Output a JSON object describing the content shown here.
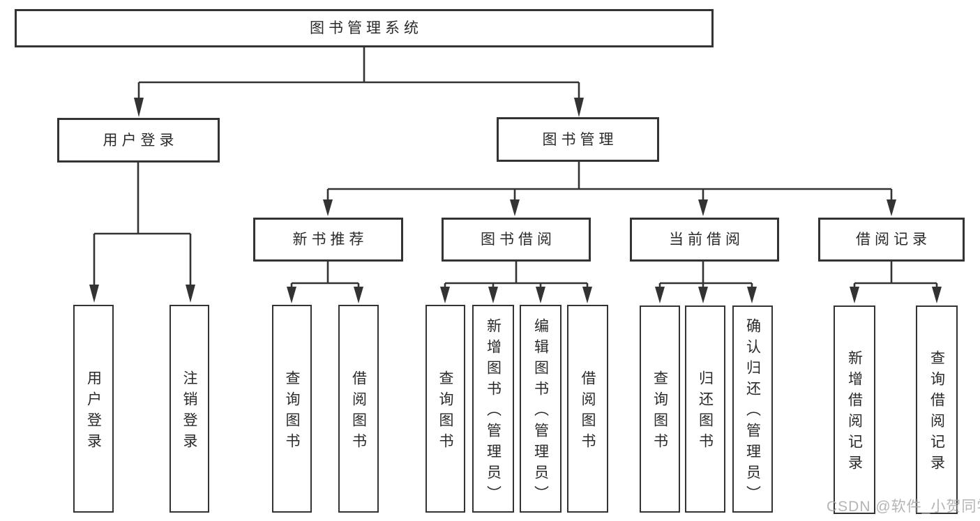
{
  "diagram_type": "hierarchy",
  "title": "图书管理系统",
  "colors": {
    "line": "#333333",
    "border": "#333333",
    "text": "#2a2a2a",
    "background": "#ffffff",
    "watermark": "#a8a8a8"
  },
  "tree": {
    "label": "图书管理系统",
    "children": [
      {
        "label": "用户登录",
        "children": [
          {
            "label": "用户登录"
          },
          {
            "label": "注销登录"
          }
        ]
      },
      {
        "label": "图书管理",
        "children": [
          {
            "label": "新书推荐",
            "children": [
              {
                "label": "查询图书"
              },
              {
                "label": "借阅图书"
              }
            ]
          },
          {
            "label": "图书借阅",
            "children": [
              {
                "label": "查询图书"
              },
              {
                "label": "新增图书（管理员）"
              },
              {
                "label": "编辑图书（管理员）"
              },
              {
                "label": "借阅图书"
              }
            ]
          },
          {
            "label": "当前借阅",
            "children": [
              {
                "label": "查询图书"
              },
              {
                "label": "归还图书"
              },
              {
                "label": "确认归还（管理员）"
              }
            ]
          },
          {
            "label": "借阅记录",
            "children": [
              {
                "label": "新增借阅记录"
              },
              {
                "label": "查询借阅记录"
              }
            ]
          }
        ]
      }
    ]
  },
  "watermark": {
    "text": "CSDN @软件_小贺同学"
  }
}
